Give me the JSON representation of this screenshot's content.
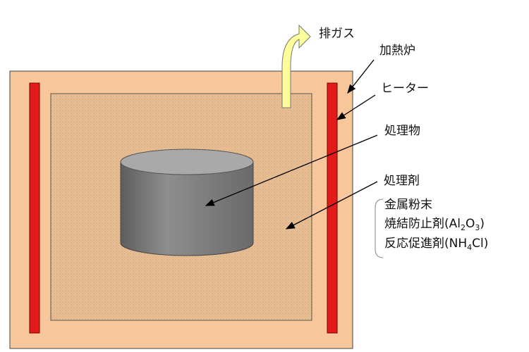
{
  "labels": {
    "exhaust": "排ガス",
    "furnace": "加熱炉",
    "heater": "ヒーター",
    "workpiece": "処理物",
    "agent": "処理剤"
  },
  "agent_components": {
    "metal_powder": "金属粉末",
    "anti_sinter": {
      "prefix": "焼結防止剤(Al",
      "sub1": "2",
      "mid": "O",
      "sub2": "3",
      "suffix": ")"
    },
    "accelerator": {
      "prefix": "反応促進剤(NH",
      "sub1": "4",
      "suffix": "Cl)"
    }
  },
  "colors": {
    "furnace_wall": "#f7c69b",
    "agent_fill": "#eabf94",
    "heater": "#e21a1a",
    "cylinder": "#7d7d7d",
    "exhaust_arrow": "#ffff99"
  }
}
